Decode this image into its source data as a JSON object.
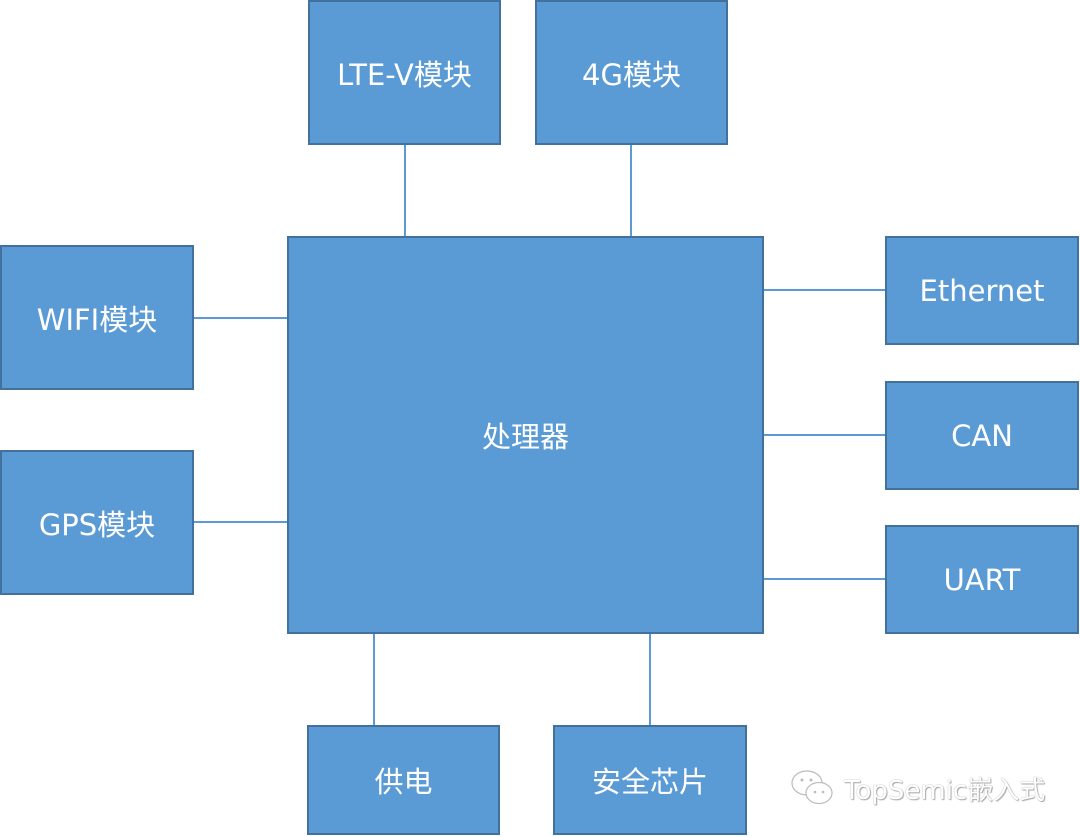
{
  "diagram": {
    "processor": "处理器",
    "lte_v": "LTE-V模块",
    "g4": "4G模块",
    "wifi": "WIFI模块",
    "gps": "GPS模块",
    "ethernet": "Ethernet",
    "can": "CAN",
    "uart": "UART",
    "power": "供电",
    "security_chip": "安全芯片"
  },
  "watermark": {
    "text": "TopSemic嵌入式",
    "icon": "wechat-icon"
  },
  "colors": {
    "box_fill": "#5b9bd5",
    "box_border": "#41719c",
    "text": "#ffffff"
  }
}
